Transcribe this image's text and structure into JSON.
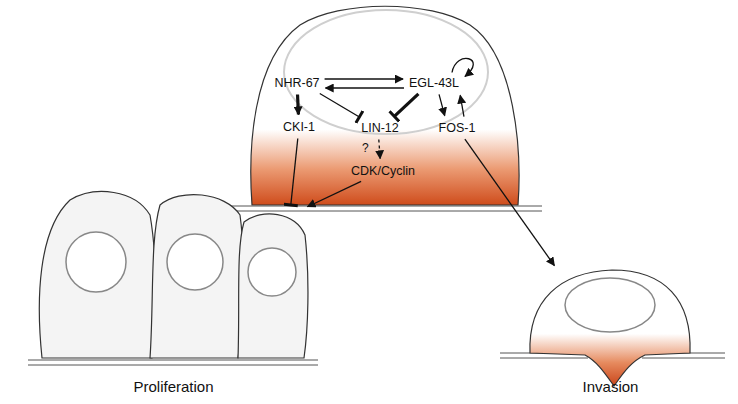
{
  "diagram": {
    "nodes": [
      {
        "text": [
          "NHR-67"
        ]
      },
      {
        "text": [
          "EGL-43L"
        ]
      },
      {
        "text": [
          "CKI-1"
        ]
      },
      {
        "text": [
          "LIN-12"
        ]
      },
      {
        "text": [
          "FOS-1"
        ]
      },
      {
        "text": [
          "CDK/Cyclin"
        ]
      },
      {
        "text": [
          "Proliferation"
        ]
      },
      {
        "text": [
          "Invasion"
        ]
      }
    ],
    "edges": [
      {
        "from": 0,
        "to": 1,
        "arrow": "to"
      },
      {
        "from": 1,
        "to": 0,
        "arrow": "to"
      },
      {
        "from": 1,
        "to": 1,
        "arrow": "to"
      },
      {
        "from": 0,
        "to": 2,
        "arrow": "to"
      },
      {
        "from": 0,
        "to": 3,
        "arrow": "to"
      },
      {
        "from": 1,
        "to": 3,
        "arrow": "to"
      },
      {
        "from": 1,
        "to": 4,
        "arrow": "to"
      },
      {
        "from": 4,
        "to": 1,
        "arrow": "to"
      },
      {
        "from": 3,
        "to": 5,
        "label": "?",
        "arrow": "to"
      },
      {
        "from": 2,
        "to": 6,
        "arrow": "to"
      },
      {
        "from": 5,
        "to": 6,
        "arrow": "to"
      },
      {
        "from": 4,
        "to": 7,
        "arrow": "to"
      }
    ]
  }
}
